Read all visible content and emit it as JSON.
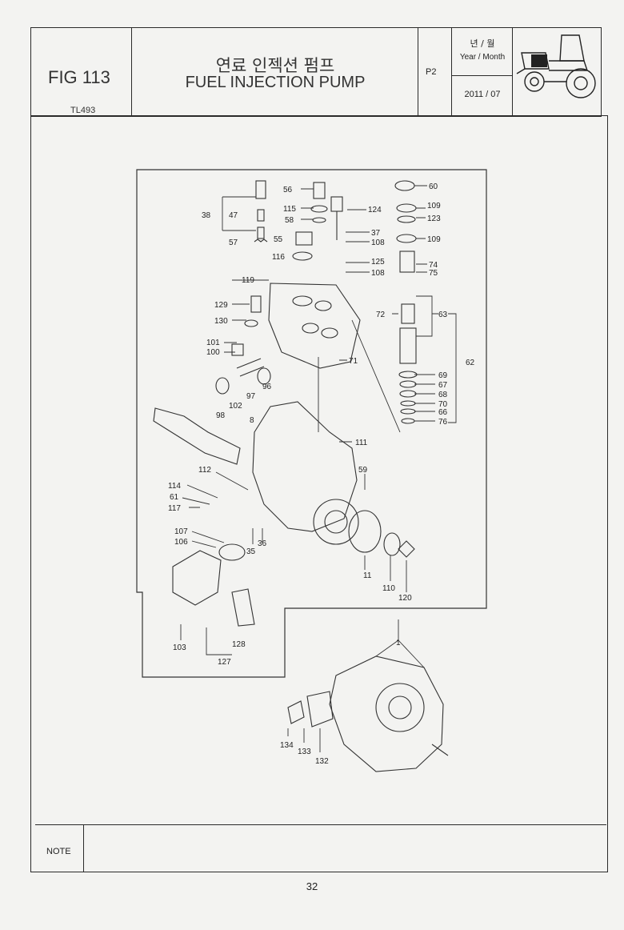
{
  "header": {
    "fig_number": "FIG 113",
    "model_code": "TL493",
    "title_korean": "연료 인젝션 펌프",
    "title_english": "FUEL INJECTION PUMP",
    "page_code": "P2",
    "year_month_korean": "년 / 월",
    "year_month_english": "Year / Month",
    "date": "2011 / 07",
    "tractor_icon": "tractor-icon"
  },
  "diagram": {
    "callouts": {
      "c56": "56",
      "c115": "115",
      "c58": "58",
      "c60": "60",
      "c124": "124",
      "c109a": "109",
      "c123": "123",
      "c109b": "109",
      "c38": "38",
      "c47": "47",
      "c37": "37",
      "c108a": "108",
      "c57": "57",
      "c55": "55",
      "c116": "116",
      "c125": "125",
      "c108b": "108",
      "c74": "74",
      "c75": "75",
      "c119": "119",
      "c129": "129",
      "c72": "72",
      "c63": "63",
      "c130": "130",
      "c101": "101",
      "c100": "100",
      "c71": "71",
      "c62": "62",
      "c69": "69",
      "c67": "67",
      "c68": "68",
      "c70": "70",
      "c66": "66",
      "c76": "76",
      "c97": "97",
      "c96": "96",
      "c98": "98",
      "c102": "102",
      "c8": "8",
      "c111": "111",
      "c112": "112",
      "c59": "59",
      "c114": "114",
      "c61": "61",
      "c117": "117",
      "c107": "107",
      "c106": "106",
      "c35": "35",
      "c36": "36",
      "c11": "11",
      "c110": "110",
      "c120": "120",
      "c1": "1",
      "c103": "103",
      "c128": "128",
      "c127": "127",
      "c134": "134",
      "c133": "133",
      "c132": "132"
    }
  },
  "footer": {
    "note_label": "NOTE",
    "page_number": "32"
  }
}
